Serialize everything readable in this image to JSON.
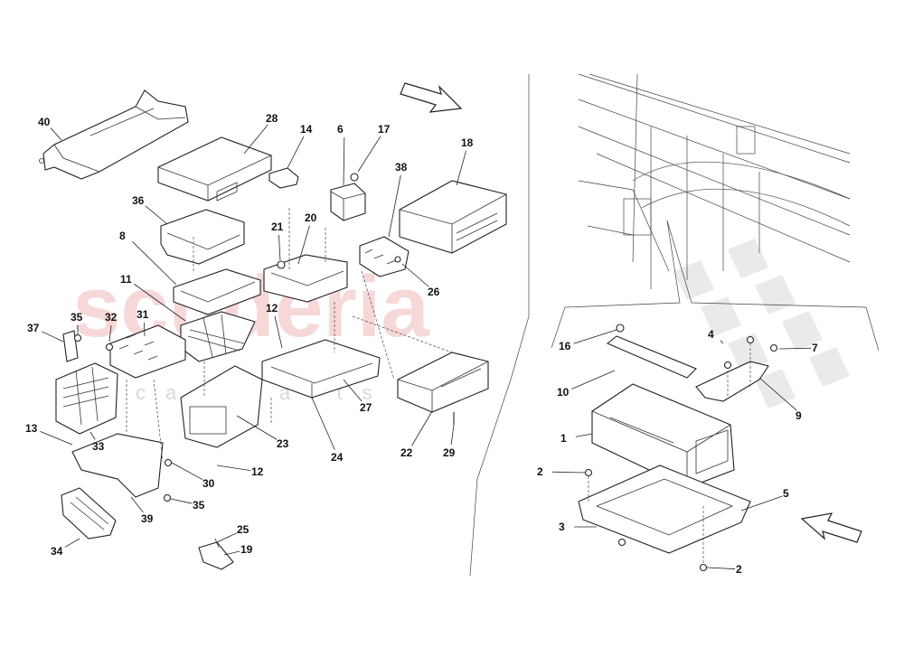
{
  "watermark": {
    "brand": "scuderia",
    "subtitle": "car parts"
  },
  "callouts": [
    {
      "id": "40",
      "label": "40"
    },
    {
      "id": "28",
      "label": "28"
    },
    {
      "id": "14",
      "label": "14"
    },
    {
      "id": "6",
      "label": "6"
    },
    {
      "id": "17",
      "label": "17"
    },
    {
      "id": "18",
      "label": "18"
    },
    {
      "id": "36",
      "label": "36"
    },
    {
      "id": "21",
      "label": "21"
    },
    {
      "id": "20",
      "label": "20"
    },
    {
      "id": "38",
      "label": "38"
    },
    {
      "id": "8",
      "label": "8"
    },
    {
      "id": "26",
      "label": "26"
    },
    {
      "id": "11",
      "label": "11"
    },
    {
      "id": "12a",
      "label": "12"
    },
    {
      "id": "37",
      "label": "37"
    },
    {
      "id": "35a",
      "label": "35"
    },
    {
      "id": "32",
      "label": "32"
    },
    {
      "id": "31",
      "label": "31"
    },
    {
      "id": "27",
      "label": "27"
    },
    {
      "id": "13",
      "label": "13"
    },
    {
      "id": "33",
      "label": "33"
    },
    {
      "id": "23",
      "label": "23"
    },
    {
      "id": "24",
      "label": "24"
    },
    {
      "id": "22",
      "label": "22"
    },
    {
      "id": "29",
      "label": "29"
    },
    {
      "id": "12b",
      "label": "12"
    },
    {
      "id": "30",
      "label": "30"
    },
    {
      "id": "35b",
      "label": "35"
    },
    {
      "id": "39",
      "label": "39"
    },
    {
      "id": "34",
      "label": "34"
    },
    {
      "id": "25",
      "label": "25"
    },
    {
      "id": "19",
      "label": "19"
    },
    {
      "id": "16",
      "label": "16"
    },
    {
      "id": "4",
      "label": "4"
    },
    {
      "id": "7",
      "label": "7"
    },
    {
      "id": "10",
      "label": "10"
    },
    {
      "id": "9",
      "label": "9"
    },
    {
      "id": "1",
      "label": "1"
    },
    {
      "id": "2a",
      "label": "2"
    },
    {
      "id": "5",
      "label": "5"
    },
    {
      "id": "3",
      "label": "3"
    },
    {
      "id": "2b",
      "label": "2"
    }
  ]
}
